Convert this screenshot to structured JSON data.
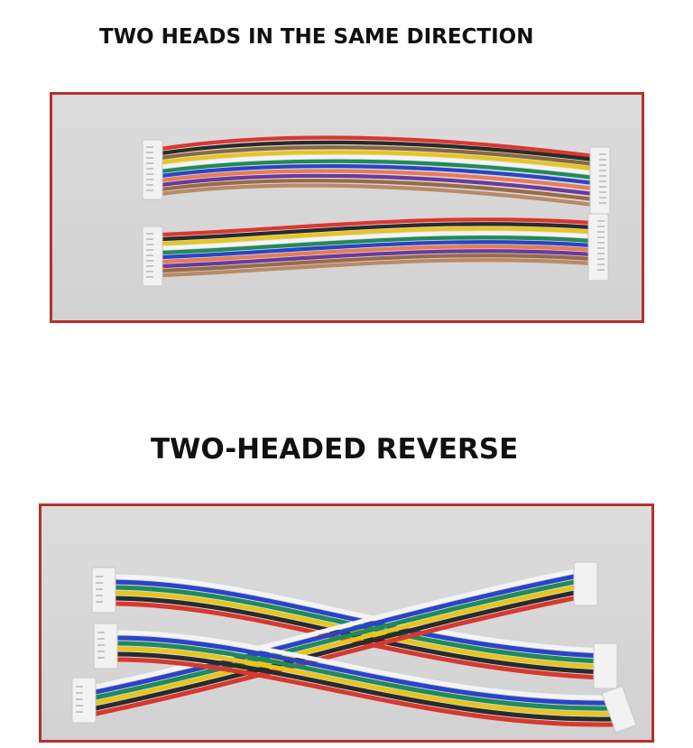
{
  "sections": [
    {
      "heading": "TWO HEADS IN THE SAME DIRECTION",
      "photo": {
        "description": "Two parallel rainbow ribbon cables with white multi-pin connectors on both ends, connectors facing the same direction",
        "cable_count": 2,
        "wire_colors": [
          "#d8382f",
          "#2a2a2a",
          "#e8c51a",
          "#f4f4f4",
          "#1f8a5a",
          "#2a44c8",
          "#e87a5a",
          "#6a3a9a",
          "#9a6a48"
        ],
        "connector_color": "#f2f2f2"
      }
    },
    {
      "heading": "TWO-HEADED REVERSE",
      "photo": {
        "description": "Three 6-wire cables with white connectors, crossing each other in an X pattern showing reversed pin orientation",
        "cable_count": 3,
        "wire_colors": [
          "#f4f4f4",
          "#2a44c8",
          "#1f8a5a",
          "#e8c51a",
          "#2a2a2a",
          "#d8382f"
        ],
        "connector_color": "#f2f2f2"
      }
    }
  ],
  "colors": {
    "frame_border": "#b5302d",
    "photo_background": "#d8d8d8",
    "heading_text": "#111111"
  }
}
